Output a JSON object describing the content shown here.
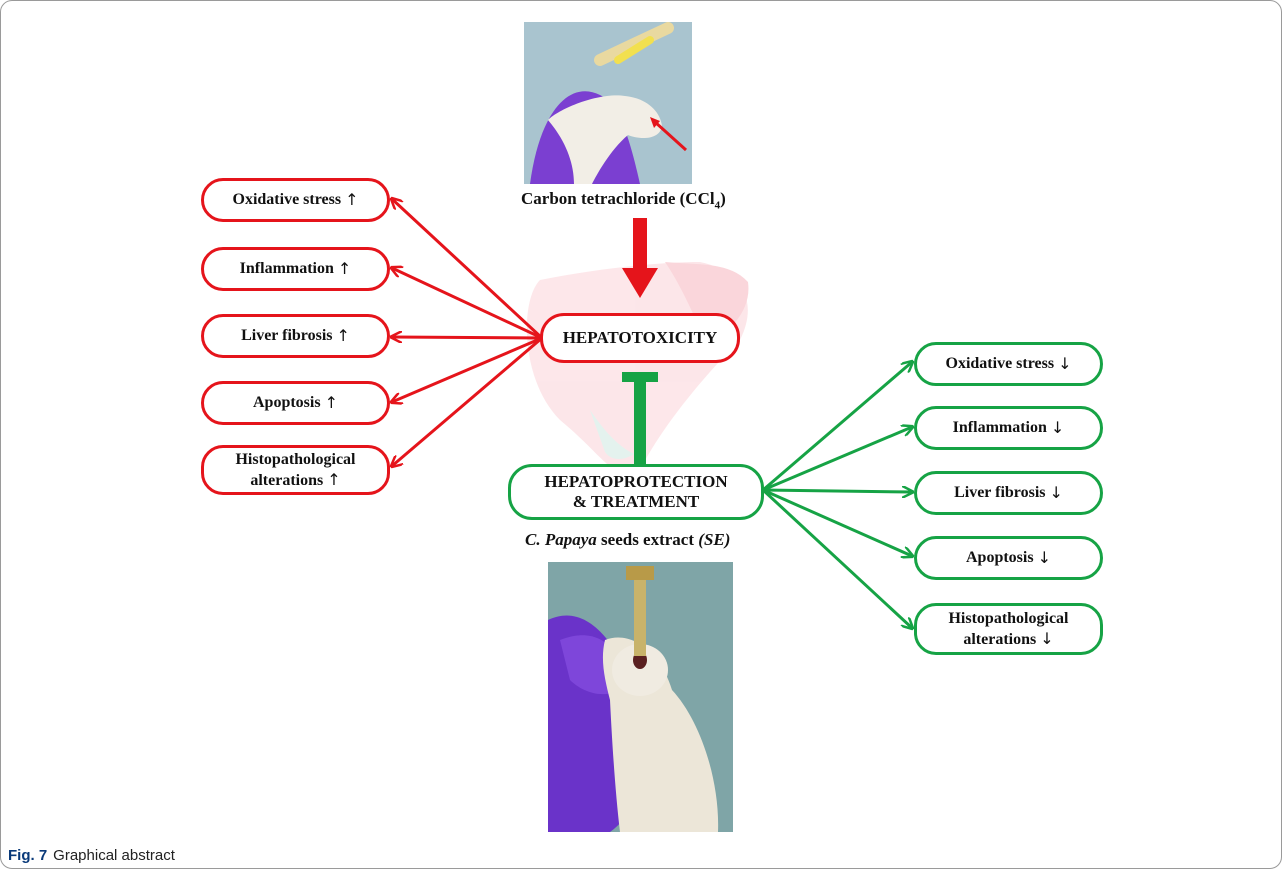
{
  "colors": {
    "harm": "#e5141b",
    "protect": "#16a345",
    "liver": "#f6b9c0"
  },
  "top_agent": {
    "label_main": "Carbon tetrachloride (CCl",
    "label_sub": "4",
    "label_end": ")"
  },
  "bottom_agent": {
    "label_italic_prefix": "C. Papaya",
    "label_mid": " seeds extract ",
    "label_italic_suffix": "(SE)"
  },
  "center_nodes": {
    "toxicity": "HEPATOTOXICITY",
    "protection_line1": "HEPATOPROTECTION",
    "protection_line2": "& TREATMENT"
  },
  "effects_up": {
    "arrow": "↑",
    "items": [
      "Oxidative stress",
      "Inflammation",
      "Liver fibrosis",
      "Apoptosis"
    ],
    "last_line1": "Histopathological",
    "last_line2": "alterations"
  },
  "effects_down": {
    "arrow": "↓",
    "items": [
      "Oxidative stress",
      "Inflammation",
      "Liver fibrosis",
      "Apoptosis"
    ],
    "last_line1": "Histopathological",
    "last_line2": "alterations"
  },
  "caption": {
    "fig": "Fig. 7",
    "text": "Graphical abstract"
  }
}
